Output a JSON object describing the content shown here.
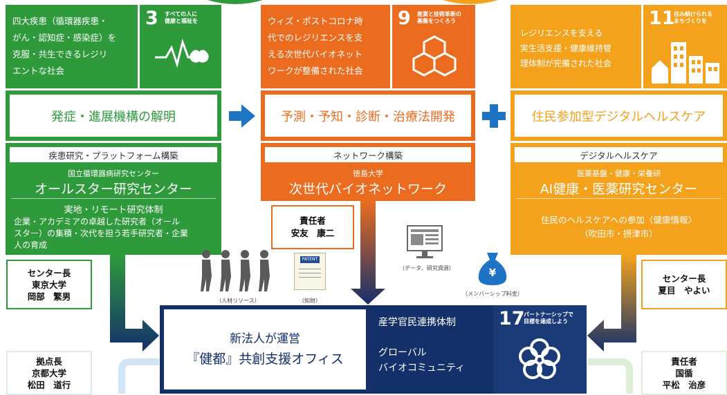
{
  "columns": {
    "left": {
      "vision": [
        "四大疾患（循環器疾患・",
        "がん・認知症・感染症）を",
        "克服・共生できるレジリ",
        "エントな社会"
      ],
      "sdg": {
        "number": "3",
        "title": [
          "すべての人に",
          "健康と福祉を"
        ]
      },
      "mechanism": "発症・進展機構の解明",
      "subhead": "疾患研究・プラットフォーム構築",
      "org_small": "国立循環器病研究センター",
      "org_big": "オールスター研究センター",
      "system_title": "実地・リモート研究体制",
      "system_body": [
        "企業・アカデミアの卓越した研究者（オール",
        "スター）の集積・次代を担う若手研究者・企業",
        "人の育成"
      ]
    },
    "middle": {
      "vision": [
        "ウィズ・ポストコロナ時",
        "代でのレジリエンスを支",
        "える次世代バイオネット",
        "ワークが整備された社会"
      ],
      "sdg": {
        "number": "9",
        "title": [
          "産業と技術革新の",
          "基盤をつくろう"
        ]
      },
      "mechanism": "予測・予知・診断・治療法開発",
      "subhead": "ネットワーク構築",
      "org_small": "徳島大学",
      "org_big": "次世代バイオネットワーク"
    },
    "right": {
      "vision": [
        "レジリエンスを支える",
        "実生活支援・健康維持管",
        "理体制が完備された社会"
      ],
      "sdg": {
        "number": "11",
        "title": [
          "住み続けられる",
          "まちづくりを"
        ]
      },
      "mechanism": "住民参加型デジタルヘルスケア",
      "subhead": "デジタルヘルスケア",
      "org_small": "医薬基盤・健康・栄養研",
      "org_big": "AI健康・医薬研究センター",
      "system_body": [
        "住民のヘルスケアへの参加〈健康情報〉",
        "（吹田市・摂津市）"
      ]
    }
  },
  "people": {
    "leader_center": [
      "責任者",
      "安友　康二"
    ],
    "center_left": [
      "センター長",
      "東京大学",
      "岡部　繁男"
    ],
    "center_right": [
      "センター長",
      "夏目　やよい"
    ],
    "base_left": [
      "拠点長",
      "京都大学",
      "松田　道行"
    ],
    "leader_right": [
      "責任者",
      "国循",
      "平松　治彦"
    ]
  },
  "resources": {
    "human": "（人材リソース）",
    "patent_badge": "PATENT",
    "ip": "（知財）",
    "data": "（データ、研究資源）",
    "yen": "¥",
    "membership": "（メンバーシップ料金）"
  },
  "office": {
    "line1": "新法人が運営",
    "line2": "『健都』共創支援オフィス",
    "collab": "産学官民連携体制",
    "global1": "グローバル",
    "global2": "バイオコミュニティ",
    "sdg": {
      "number": "17",
      "title": [
        "パートナーシップで",
        "目標を達成しよう"
      ]
    }
  },
  "colors": {
    "green": "#2e9a3c",
    "orange": "#ec6c1f",
    "amber": "#f4a21c",
    "navy": "#13306b",
    "arrow_blue": "#1f73c4"
  }
}
